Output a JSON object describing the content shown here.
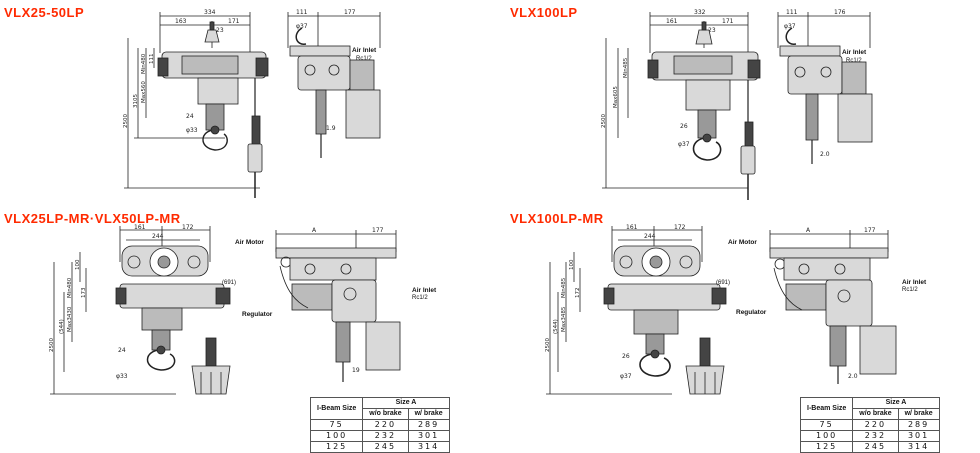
{
  "colors": {
    "title": "#ff2a00",
    "line": "#222222",
    "fill": "#d9d9d9",
    "dark": "#444444"
  },
  "panels": [
    {
      "title": "VLX25-50LP",
      "dims": {
        "top_total": "334",
        "left_w": "163",
        "right_w": "171",
        "small_a": "23",
        "side_a": "111",
        "side_b": "177",
        "dia_a": "φ37",
        "hook_w": "24",
        "hook_dia": "φ33",
        "wall": "1.9",
        "v_outer": "2500",
        "v_head": "Max560",
        "v_min": "Min480",
        "v_lift": "3105",
        "v_small": "111"
      },
      "callouts": {
        "air_inlet": "Air Inlet",
        "air_inlet_spec": "Rc1/2"
      }
    },
    {
      "title": "VLX100LP",
      "dims": {
        "top_total": "332",
        "left_w": "161",
        "right_w": "171",
        "small_a": "23",
        "side_a": "111",
        "side_b": "176",
        "dia_a": "φ37",
        "hook_w": "26",
        "hook_dia": "φ37",
        "wall": "2.0",
        "v_outer": "2500",
        "v_head": "Max605",
        "v_min": "Min485"
      },
      "callouts": {
        "air_inlet": "Air Inlet",
        "air_inlet_spec": "Rc1/2"
      }
    },
    {
      "title": "VLX25LP-MR·VLX50LP-MR",
      "dims": {
        "left_w": "161",
        "right_w": "172",
        "mid_w": "244",
        "v_100": "100",
        "v_173": "173",
        "v_outer": "2500",
        "v_144": "(544)",
        "v_head": "Max3430",
        "v_min": "Min480",
        "hook_w": "24",
        "hook_dia": "φ33",
        "ref_691": "(691)",
        "side_a": "A",
        "side_b": "177",
        "wall": "19"
      },
      "callouts": {
        "air_motor": "Air Motor",
        "regulator": "Regulator",
        "air_inlet": "Air Inlet",
        "air_inlet_spec": "Rc1/2"
      },
      "size_table": {
        "header_ibeam": "I-Beam Size",
        "header_size": "Size A",
        "header_wo": "w/o brake",
        "header_w": "w/ brake",
        "rows": [
          [
            "75",
            "220",
            "289"
          ],
          [
            "100",
            "232",
            "301"
          ],
          [
            "125",
            "245",
            "314"
          ]
        ]
      }
    },
    {
      "title": "VLX100LP-MR",
      "dims": {
        "left_w": "161",
        "right_w": "172",
        "mid_w": "244",
        "v_100": "100",
        "v_173": "172",
        "v_outer": "2500",
        "v_144": "(544)",
        "v_head": "Max3485",
        "v_min": "Min485",
        "hook_w": "26",
        "hook_dia": "φ37",
        "ref_691": "(691)",
        "side_a": "A",
        "side_b": "177",
        "wall": "2.0"
      },
      "callouts": {
        "air_motor": "Air Motor",
        "regulator": "Regulator",
        "air_inlet": "Air Inlet",
        "air_inlet_spec": "Rc1/2"
      },
      "size_table": {
        "header_ibeam": "I-Beam Size",
        "header_size": "Size A",
        "header_wo": "w/o brake",
        "header_w": "w/ brake",
        "rows": [
          [
            "75",
            "220",
            "289"
          ],
          [
            "100",
            "232",
            "301"
          ],
          [
            "125",
            "245",
            "314"
          ]
        ]
      }
    }
  ]
}
